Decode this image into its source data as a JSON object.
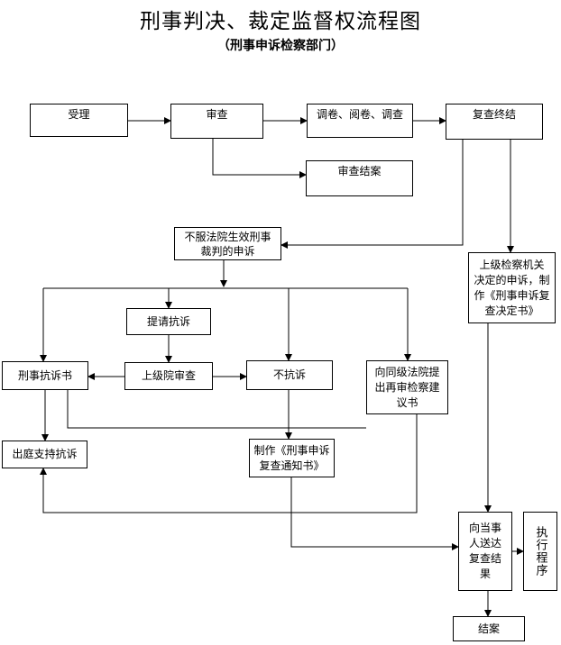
{
  "title": "刑事判决、裁定监督权流程图",
  "subtitle": "（刑事申诉检察部门）",
  "nodes": {
    "accept": "受理",
    "review": "审查",
    "investigate": "调卷、阅卷、调查",
    "review_close": "审查结案",
    "recheck_end": "复查终结",
    "appeal_line1": "不服法院生效刑事",
    "appeal_line2": "裁判的申诉",
    "superior_line1": "上级检察机关",
    "superior_line2": "决定的申诉，制",
    "superior_line3": "作《刑事申诉复",
    "superior_line4": "查决定书》",
    "request_protest": "提请抗诉",
    "superior_court_review": "上级院审查",
    "protest_doc": "刑事抗诉书",
    "no_protest": "不抗诉",
    "retrial_line1": "向同级法院提",
    "retrial_line2": "出再审检察建",
    "retrial_line3": "议书",
    "court_support": "出庭支持抗诉",
    "notice_line1": "制作《刑事申诉",
    "notice_line2": "复查通知书》",
    "deliver_line1": "向当事",
    "deliver_line2": "人送达",
    "deliver_line3": "复查结",
    "deliver_line4": "果",
    "execute": "执行程序",
    "close_case": "结案"
  }
}
